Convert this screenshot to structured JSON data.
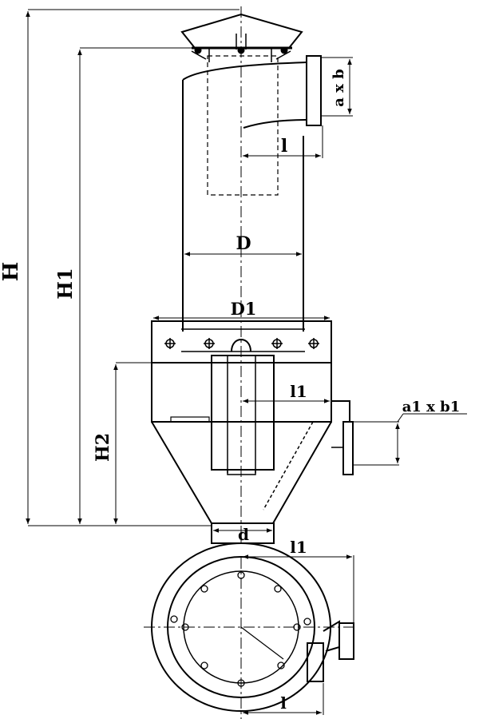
{
  "labels": {
    "H": "H",
    "H1": "H1",
    "H2": "H2",
    "D": "D",
    "D1": "D1",
    "l_top": "l",
    "l1_mid": "l1",
    "d": "d",
    "ab": "a x b",
    "a1b1": "a1 x b1",
    "l1_plan": "l1",
    "l_plan": "l"
  },
  "colors": {
    "ink": "#000000",
    "paper": "#ffffff"
  }
}
